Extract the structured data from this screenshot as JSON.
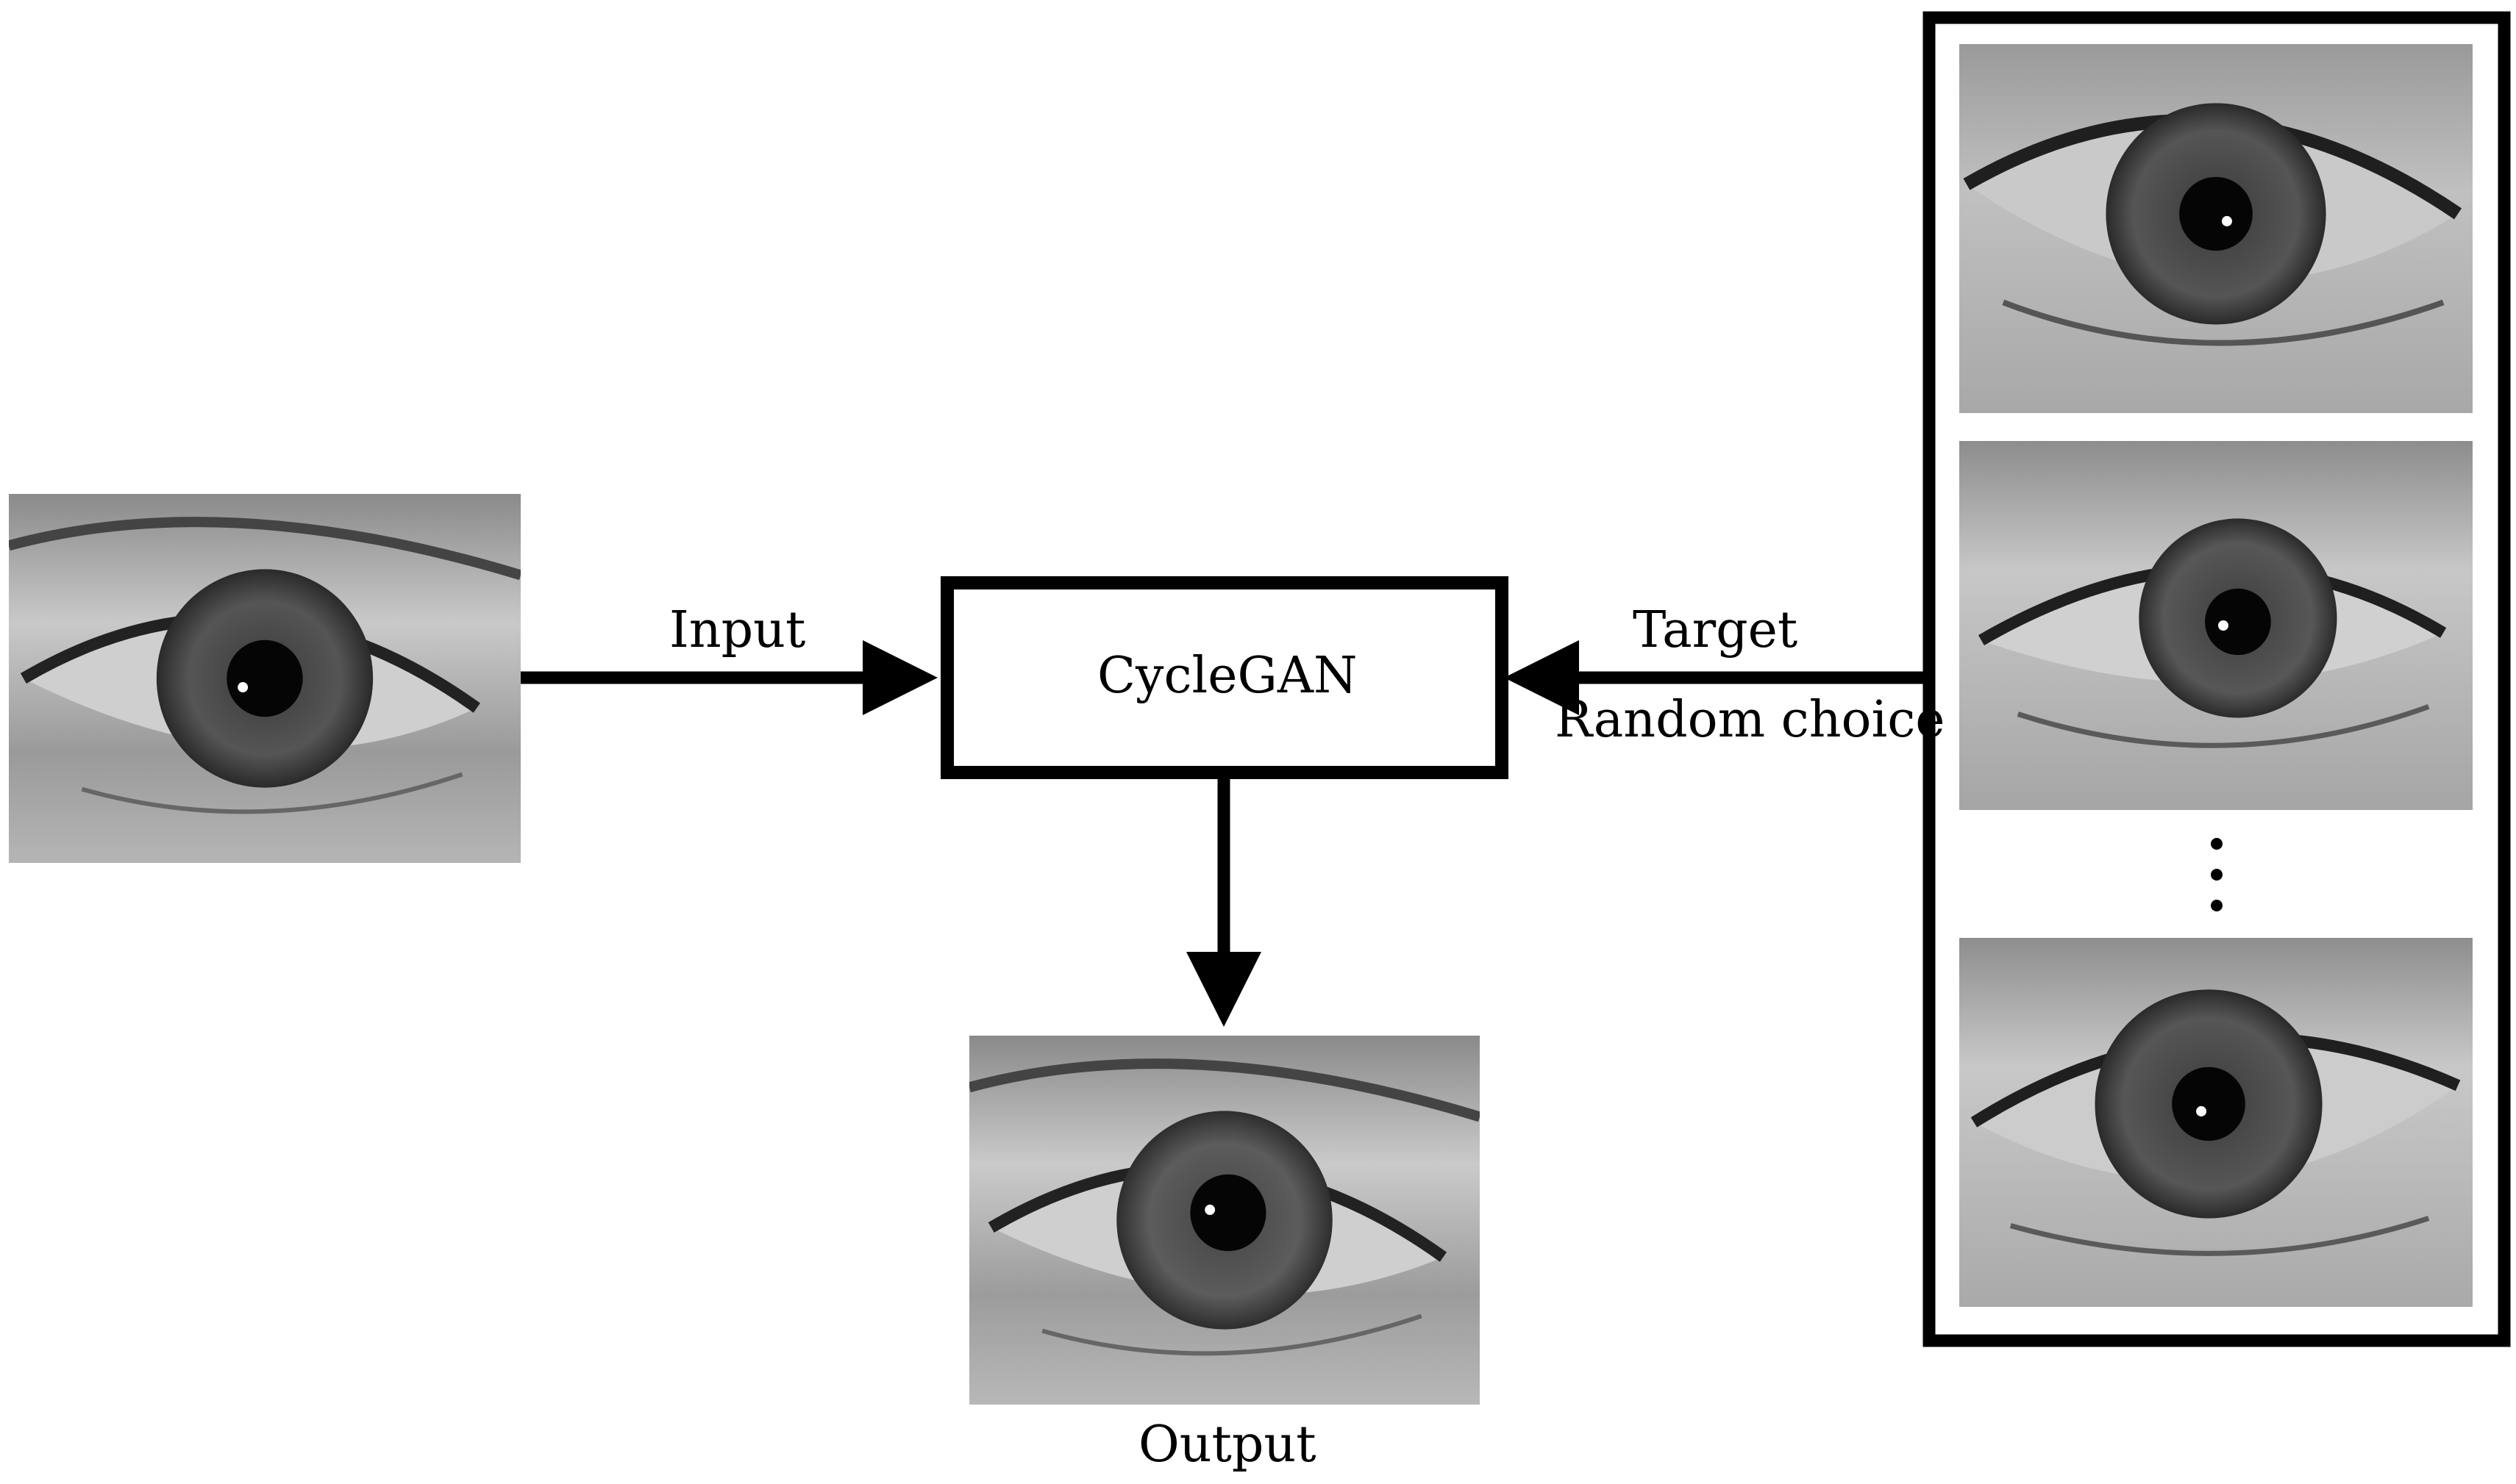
{
  "labels": {
    "input": "Input",
    "model": "CycleGAN",
    "target": "Target",
    "random_choice": "Random choice",
    "output": "Output"
  },
  "images": {
    "input_eye": "input-eye-image",
    "output_eye": "output-eye-image",
    "target_eyes": [
      "target-eye-image-1",
      "target-eye-image-2",
      "target-eye-image-3"
    ],
    "ellipsis": "vertical-ellipsis"
  },
  "colors": {
    "stroke": "#000000",
    "background": "#ffffff"
  }
}
